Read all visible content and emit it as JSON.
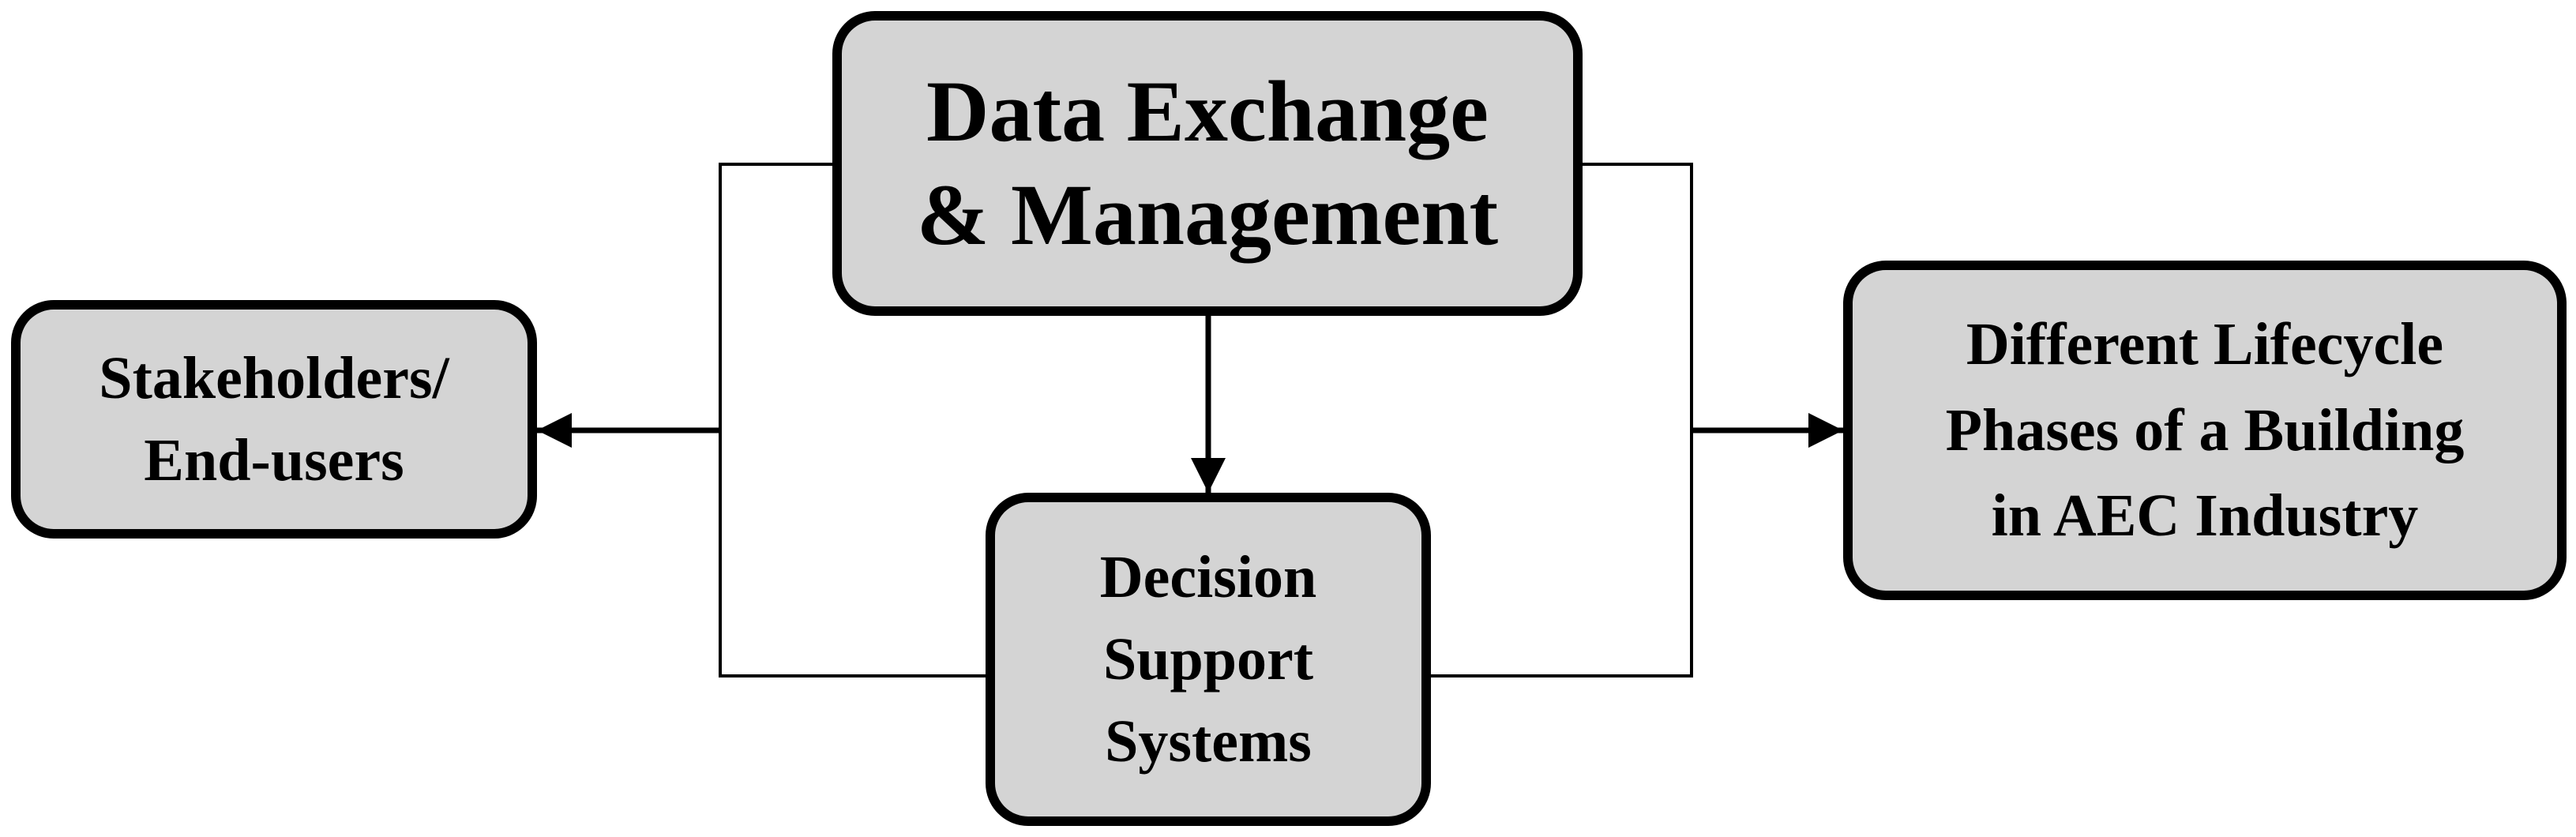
{
  "diagram": {
    "boxes": {
      "data_exchange": "Data Exchange\n& Management",
      "stakeholders": "Stakeholders/\nEnd-users",
      "decision_support": "Decision\nSupport\nSystems",
      "lifecycle_phases": "Different Lifecycle\nPhases of a Building\nin AEC Industry"
    },
    "colors": {
      "box_fill": "#d4d4d4",
      "stroke": "#000000",
      "background": "#ffffff"
    },
    "connections": [
      {
        "from": "data_exchange",
        "to": "decision_support",
        "style": "arrow"
      },
      {
        "from": "data_exchange",
        "to": "stakeholders",
        "style": "bracket-arrow"
      },
      {
        "from": "decision_support",
        "to": "stakeholders",
        "style": "bracket-arrow"
      },
      {
        "from": "data_exchange",
        "to": "lifecycle_phases",
        "style": "bracket-arrow"
      },
      {
        "from": "decision_support",
        "to": "lifecycle_phases",
        "style": "bracket-arrow"
      }
    ]
  }
}
